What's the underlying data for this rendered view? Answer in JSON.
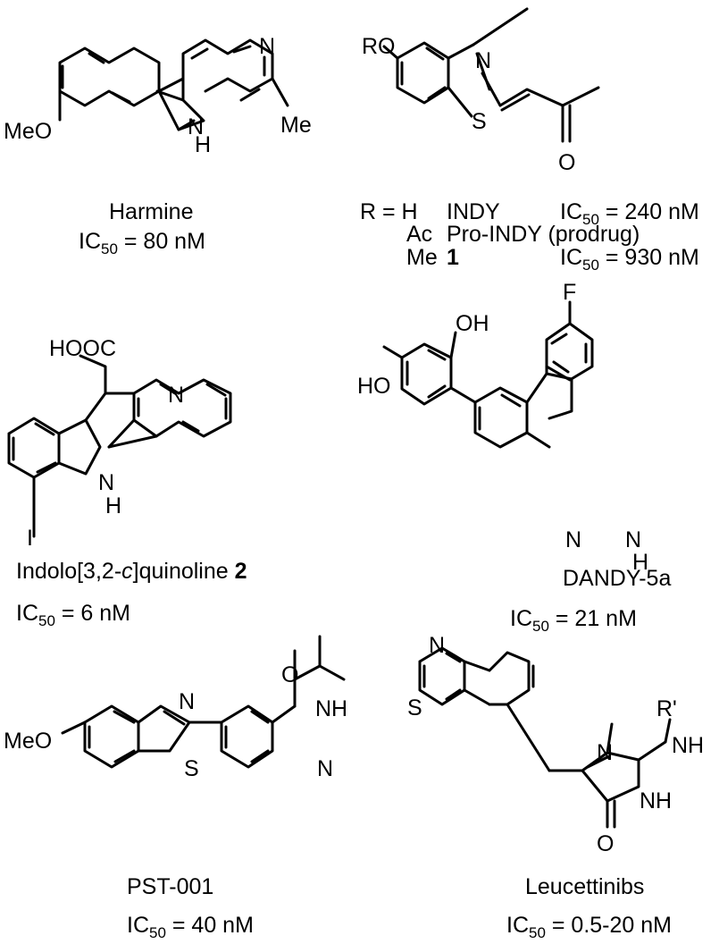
{
  "compounds": [
    {
      "name": "Harmine",
      "ic50_prefix": "IC",
      "ic50_sub": "50",
      "ic50_value": " = 80 nM",
      "atoms": {
        "n_ring": "N",
        "nh_n": "N",
        "nh_h": "H",
        "me": "Me",
        "meo": "MeO"
      }
    },
    {
      "atoms": {
        "ro": "RO",
        "n": "N",
        "s": "S",
        "o": "O"
      },
      "rows": [
        {
          "r": "R = H",
          "name": "INDY",
          "ic50_prefix": "IC",
          "ic50_sub": "50",
          "ic50_value": " = 240 nM"
        },
        {
          "r": "Ac",
          "name": "Pro-INDY (prodrug)"
        },
        {
          "r": "Me",
          "name": "1",
          "ic50_prefix": "IC",
          "ic50_sub": "50",
          "ic50_value": " = 930 nM"
        }
      ]
    },
    {
      "name_start": "Indolo[3,2-",
      "name_italic": "c",
      "name_end": "]quinoline ",
      "name_bold": "2",
      "ic50_prefix": "IC",
      "ic50_sub": "50",
      "ic50_value": " = 6 nM",
      "atoms": {
        "hooc": "HOOC",
        "n": "N",
        "nh_n": "N",
        "nh_h": "H",
        "i": "I"
      }
    },
    {
      "name": "DANDY-5a",
      "ic50_prefix": "IC",
      "ic50_sub": "50",
      "ic50_value": " = 21 nM",
      "atoms": {
        "f": "F",
        "oh": "OH",
        "ho": "HO",
        "n_pyr": "N",
        "nh_n": "N",
        "nh_h": "H"
      }
    },
    {
      "name": "PST-001",
      "ic50_prefix": "IC",
      "ic50_sub": "50",
      "ic50_value": " = 40 nM",
      "atoms": {
        "meo": "MeO",
        "n": "N",
        "s": "S",
        "n_pyr": "N",
        "nh": "NH",
        "o": "O"
      }
    },
    {
      "name": "Leucettinibs",
      "ic50_prefix": "IC",
      "ic50_sub": "50",
      "ic50_value": " = 0.5-20 nM",
      "atoms": {
        "n_btz": "N",
        "s": "S",
        "r_prime": "R'",
        "nh_side": "NH",
        "n_im": "N",
        "nh_im": "NH",
        "o": "O"
      }
    }
  ]
}
